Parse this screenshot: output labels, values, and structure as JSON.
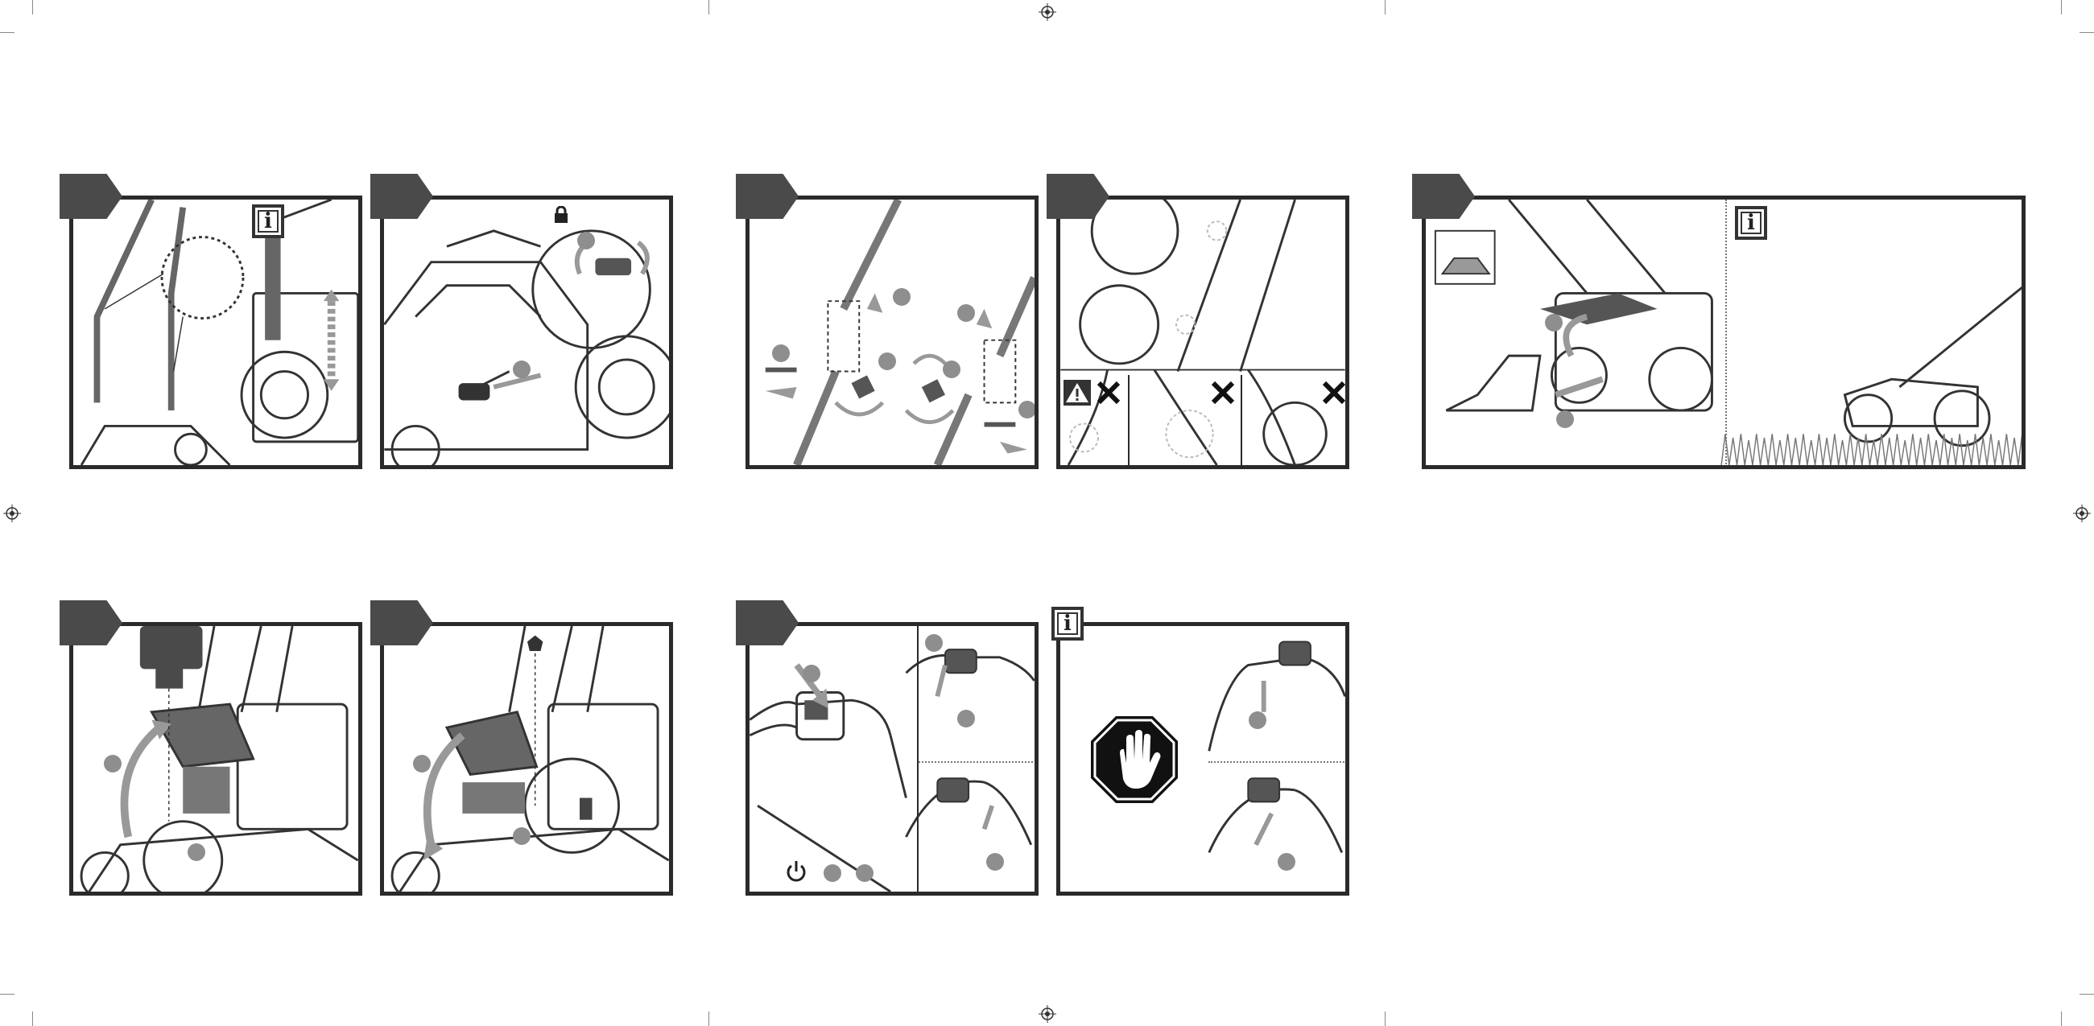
{
  "page": {
    "background": "#ffffff",
    "ink": "#2a2a2a",
    "accent_gray": "#8e8e8e",
    "tab_gray": "#4a4a4a"
  },
  "panels": [
    {
      "id": "handle-insert",
      "icons": [
        "info-icon"
      ]
    },
    {
      "id": "handle-lock",
      "icons": [
        "lock-icon"
      ]
    },
    {
      "id": "handle-assembly",
      "icons": []
    },
    {
      "id": "cable-routing",
      "icons": [
        "warning-icon",
        "cross-icon",
        "cross-icon",
        "cross-icon"
      ]
    },
    {
      "id": "grass-box",
      "icons": [
        "info-icon"
      ]
    },
    {
      "id": "battery-insert",
      "icons": []
    },
    {
      "id": "safety-key",
      "icons": []
    },
    {
      "id": "start-mower",
      "icons": [
        "power-icon"
      ]
    },
    {
      "id": "stop-mower",
      "icons": [
        "info-icon",
        "stop-hand-icon"
      ]
    }
  ]
}
